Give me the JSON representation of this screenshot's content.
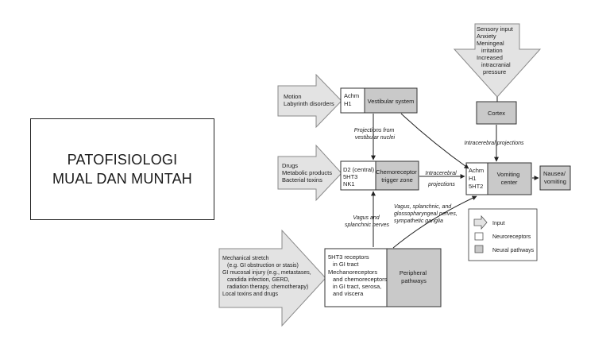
{
  "title": {
    "line1": "PATOFISIOLOGI",
    "line2": "MUAL DAN MUNTAH"
  },
  "inputs": {
    "sensory": [
      "Sensory input",
      "Anxiety",
      "Meningeal",
      "irritation",
      "Increased",
      "intracranial",
      "pressure"
    ],
    "motion": [
      "Motion",
      "Labyrinth disorders"
    ],
    "drugs": [
      "Drugs",
      "Metabolic products",
      "Bacterial toxins"
    ],
    "mechanical": [
      "Mechanical stretch",
      "(e.g. GI obstruction or stasis)",
      "GI mucosal injury (e.g., metastases,",
      "candida infection, GERD,",
      "radiation therapy, chemotherapy)",
      "Local toxins and drugs"
    ]
  },
  "receptors": {
    "vestibular": [
      "Achm",
      "H1"
    ],
    "ctz": [
      "D2 (central)",
      "5HT3",
      "NK1"
    ],
    "vomiting": [
      "Achm",
      "H1",
      "5HT2"
    ],
    "peripheral": [
      "5HT3 receptors",
      "in GI tract",
      "Mechanoreceptors",
      "and chemoreceptors",
      "in GI tract, serosa,",
      "and viscera"
    ]
  },
  "pathways": {
    "vestibular": "Vestibular system",
    "cortex": "Cortex",
    "ctz": [
      "Chemoreceptor",
      "trigger zone"
    ],
    "vomiting": [
      "Vomiting",
      "center"
    ],
    "peripheral": [
      "Peripheral",
      "pathways"
    ]
  },
  "output": [
    "Nausea/",
    "vomiting"
  ],
  "edge_labels": {
    "vestibular_nuclei": [
      "Projections from",
      "vestibular nuclei"
    ],
    "intracerebral": "Intracerebral projections",
    "ctz_to_vc": [
      "Intracerebral",
      "projections"
    ],
    "vagus_splanchnic": [
      "Vagus and",
      "splanchnic nerves"
    ],
    "vagus_glosso": [
      "Vagus, splanchnic, and",
      "glossopharyngeal nerves,",
      "sympathetic ganglia"
    ]
  },
  "legend": {
    "input": "Input",
    "neuroreceptors": "Neuroreceptors",
    "neural_pathways": "Neural pathways"
  },
  "colors": {
    "arrow_fill": "#e3e3e3",
    "arrow_stroke": "#8a8a8a",
    "pathway_fill": "#c9c9c9",
    "box_stroke": "#333333"
  }
}
